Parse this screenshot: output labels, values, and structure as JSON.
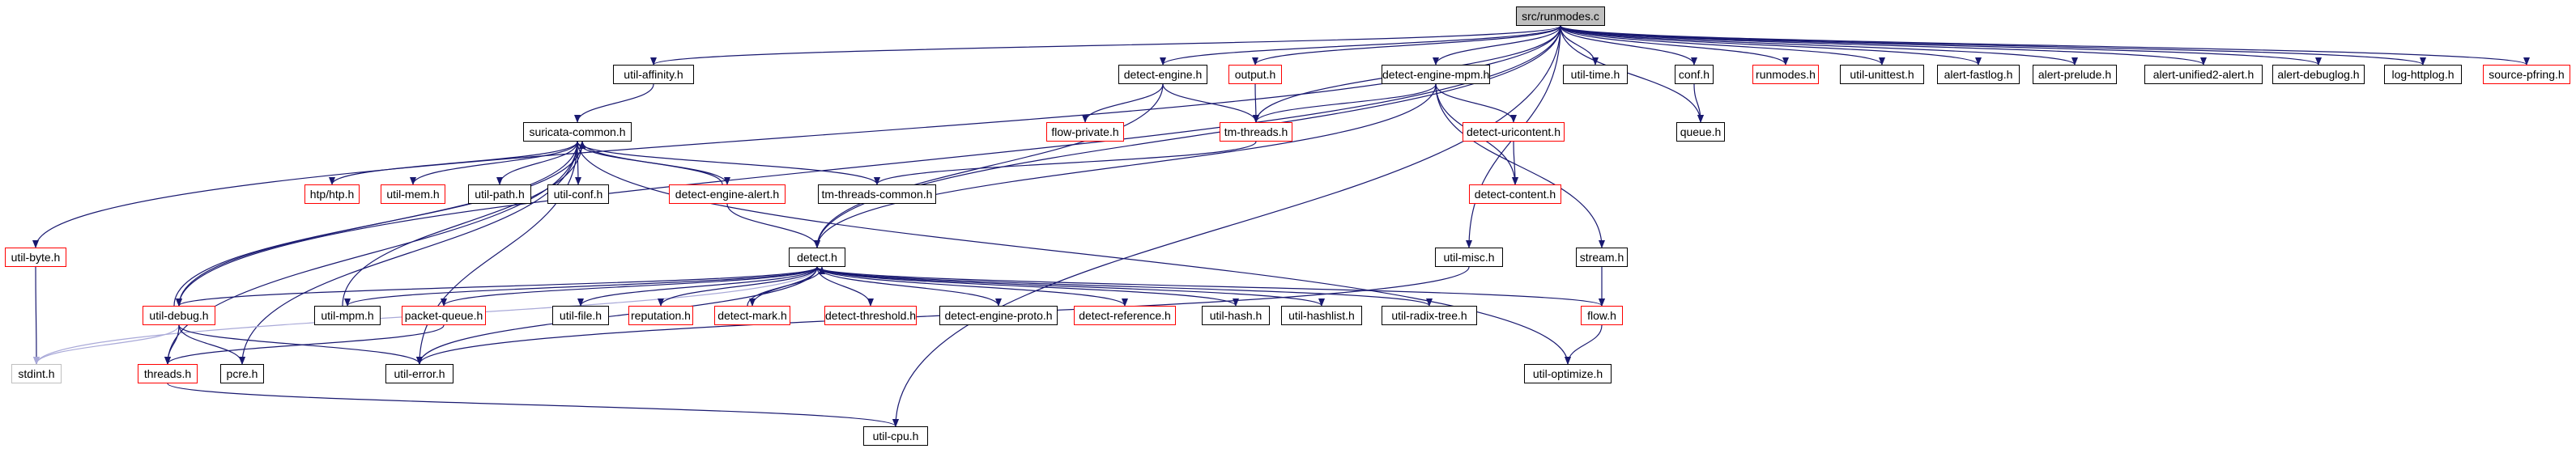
{
  "colors": {
    "edge": "#191970",
    "edge_light": "#a9a9d8",
    "border_normal": "#000000",
    "border_red": "#ff0000",
    "border_gray": "#bfbfbf",
    "root_fill": "#bfbfbf"
  },
  "nodes": {
    "runmodes_c": {
      "label": "src/runmodes.c",
      "style": "root"
    },
    "util_byte": {
      "label": "util-byte.h",
      "style": "red"
    },
    "util_affinity": {
      "label": "util-affinity.h",
      "style": "normal"
    },
    "detect_engine": {
      "label": "detect-engine.h",
      "style": "normal"
    },
    "output": {
      "label": "output.h",
      "style": "red"
    },
    "detect_engine_mpm": {
      "label": "detect-engine-mpm.h",
      "style": "normal"
    },
    "util_time": {
      "label": "util-time.h",
      "style": "normal"
    },
    "conf": {
      "label": "conf.h",
      "style": "normal"
    },
    "runmodes": {
      "label": "runmodes.h",
      "style": "red"
    },
    "util_unittest": {
      "label": "util-unittest.h",
      "style": "normal"
    },
    "alert_fastlog": {
      "label": "alert-fastlog.h",
      "style": "normal"
    },
    "alert_prelude": {
      "label": "alert-prelude.h",
      "style": "normal"
    },
    "alert_unified2": {
      "label": "alert-unified2-alert.h",
      "style": "normal"
    },
    "alert_debuglog": {
      "label": "alert-debuglog.h",
      "style": "normal"
    },
    "log_httplog": {
      "label": "log-httplog.h",
      "style": "normal"
    },
    "source_pfring": {
      "label": "source-pfring.h",
      "style": "red"
    },
    "suricata_common": {
      "label": "suricata-common.h",
      "style": "normal"
    },
    "flow_private": {
      "label": "flow-private.h",
      "style": "red"
    },
    "tm_threads": {
      "label": "tm-threads.h",
      "style": "red"
    },
    "detect_uricontent": {
      "label": "detect-uricontent.h",
      "style": "red"
    },
    "queue": {
      "label": "queue.h",
      "style": "normal"
    },
    "htp": {
      "label": "htp/htp.h",
      "style": "red"
    },
    "util_mem": {
      "label": "util-mem.h",
      "style": "red"
    },
    "util_path": {
      "label": "util-path.h",
      "style": "normal"
    },
    "util_conf": {
      "label": "util-conf.h",
      "style": "normal"
    },
    "detect_engine_alert": {
      "label": "detect-engine-alert.h",
      "style": "red"
    },
    "tm_threads_common": {
      "label": "tm-threads-common.h",
      "style": "normal"
    },
    "detect_content": {
      "label": "detect-content.h",
      "style": "red"
    },
    "util_misc": {
      "label": "util-misc.h",
      "style": "normal"
    },
    "stream": {
      "label": "stream.h",
      "style": "normal"
    },
    "detect": {
      "label": "detect.h",
      "style": "normal"
    },
    "util_debug": {
      "label": "util-debug.h",
      "style": "red"
    },
    "util_mpm": {
      "label": "util-mpm.h",
      "style": "normal"
    },
    "packet_queue": {
      "label": "packet-queue.h",
      "style": "red"
    },
    "util_file": {
      "label": "util-file.h",
      "style": "normal"
    },
    "reputation": {
      "label": "reputation.h",
      "style": "red"
    },
    "detect_mark": {
      "label": "detect-mark.h",
      "style": "red"
    },
    "detect_threshold": {
      "label": "detect-threshold.h",
      "style": "red"
    },
    "detect_engine_proto": {
      "label": "detect-engine-proto.h",
      "style": "normal"
    },
    "detect_reference": {
      "label": "detect-reference.h",
      "style": "red"
    },
    "util_hash": {
      "label": "util-hash.h",
      "style": "normal"
    },
    "util_hashlist": {
      "label": "util-hashlist.h",
      "style": "normal"
    },
    "util_radix_tree": {
      "label": "util-radix-tree.h",
      "style": "normal"
    },
    "flow": {
      "label": "flow.h",
      "style": "red"
    },
    "stdint": {
      "label": "stdint.h",
      "style": "gray"
    },
    "threads": {
      "label": "threads.h",
      "style": "red"
    },
    "pcre": {
      "label": "pcre.h",
      "style": "normal"
    },
    "util_error": {
      "label": "util-error.h",
      "style": "normal"
    },
    "util_optimize": {
      "label": "util-optimize.h",
      "style": "normal"
    },
    "util_cpu": {
      "label": "util-cpu.h",
      "style": "normal"
    }
  },
  "edges": [
    [
      "runmodes_c",
      "util_byte"
    ],
    [
      "runmodes_c",
      "util_affinity"
    ],
    [
      "runmodes_c",
      "detect_engine"
    ],
    [
      "runmodes_c",
      "output"
    ],
    [
      "runmodes_c",
      "detect_engine_mpm"
    ],
    [
      "runmodes_c",
      "util_time"
    ],
    [
      "runmodes_c",
      "conf"
    ],
    [
      "runmodes_c",
      "runmodes"
    ],
    [
      "runmodes_c",
      "util_unittest"
    ],
    [
      "runmodes_c",
      "alert_fastlog"
    ],
    [
      "runmodes_c",
      "alert_prelude"
    ],
    [
      "runmodes_c",
      "alert_unified2"
    ],
    [
      "runmodes_c",
      "alert_debuglog"
    ],
    [
      "runmodes_c",
      "log_httplog"
    ],
    [
      "runmodes_c",
      "source_pfring"
    ],
    [
      "runmodes_c",
      "tm_threads"
    ],
    [
      "runmodes_c",
      "detect"
    ],
    [
      "runmodes_c",
      "util_debug"
    ],
    [
      "runmodes_c",
      "util_misc"
    ],
    [
      "runmodes_c",
      "queue"
    ],
    [
      "runmodes_c",
      "util_cpu"
    ],
    [
      "util_byte",
      "stdint"
    ],
    [
      "util_affinity",
      "suricata_common"
    ],
    [
      "detect_engine",
      "flow_private"
    ],
    [
      "detect_engine",
      "tm_threads"
    ],
    [
      "detect_engine",
      "detect"
    ],
    [
      "output",
      "tm_threads"
    ],
    [
      "detect_engine_mpm",
      "tm_threads"
    ],
    [
      "detect_engine_mpm",
      "detect_uricontent"
    ],
    [
      "detect_engine_mpm",
      "detect_content"
    ],
    [
      "detect_engine_mpm",
      "stream"
    ],
    [
      "detect_engine_mpm",
      "detect"
    ],
    [
      "conf",
      "queue"
    ],
    [
      "suricata_common",
      "htp"
    ],
    [
      "suricata_common",
      "util_mem"
    ],
    [
      "suricata_common",
      "util_path"
    ],
    [
      "suricata_common",
      "util_conf"
    ],
    [
      "suricata_common",
      "detect_engine_alert"
    ],
    [
      "suricata_common",
      "tm_threads_common"
    ],
    [
      "suricata_common",
      "util_debug"
    ],
    [
      "suricata_common",
      "threads"
    ],
    [
      "suricata_common",
      "pcre"
    ],
    [
      "suricata_common",
      "util_error"
    ],
    [
      "suricata_common",
      "util_optimize"
    ],
    [
      "tm_threads",
      "tm_threads_common"
    ],
    [
      "detect_uricontent",
      "detect_content"
    ],
    [
      "stream",
      "flow"
    ],
    [
      "util_misc",
      "util_error"
    ],
    [
      "detect_engine_alert",
      "suricata_common"
    ],
    [
      "detect_engine_alert",
      "detect"
    ],
    [
      "detect",
      "stdint"
    ],
    [
      "detect",
      "util_debug"
    ],
    [
      "detect",
      "util_mpm"
    ],
    [
      "detect",
      "packet_queue"
    ],
    [
      "detect",
      "util_file"
    ],
    [
      "detect",
      "reputation"
    ],
    [
      "detect",
      "detect_mark"
    ],
    [
      "detect",
      "detect_threshold"
    ],
    [
      "detect",
      "detect_engine_proto"
    ],
    [
      "detect",
      "detect_reference"
    ],
    [
      "detect",
      "util_hash"
    ],
    [
      "detect",
      "util_hashlist"
    ],
    [
      "detect",
      "util_radix_tree"
    ],
    [
      "detect",
      "flow"
    ],
    [
      "detect",
      "util_error"
    ],
    [
      "detect_mark",
      "detect"
    ],
    [
      "util_mpm",
      "suricata_common"
    ],
    [
      "util_debug",
      "stdint"
    ],
    [
      "util_debug",
      "threads"
    ],
    [
      "util_debug",
      "pcre"
    ],
    [
      "util_debug",
      "util_error"
    ],
    [
      "util_debug",
      "suricata_common"
    ],
    [
      "packet_queue",
      "threads"
    ],
    [
      "threads",
      "util_cpu"
    ],
    [
      "flow",
      "util_optimize"
    ]
  ]
}
